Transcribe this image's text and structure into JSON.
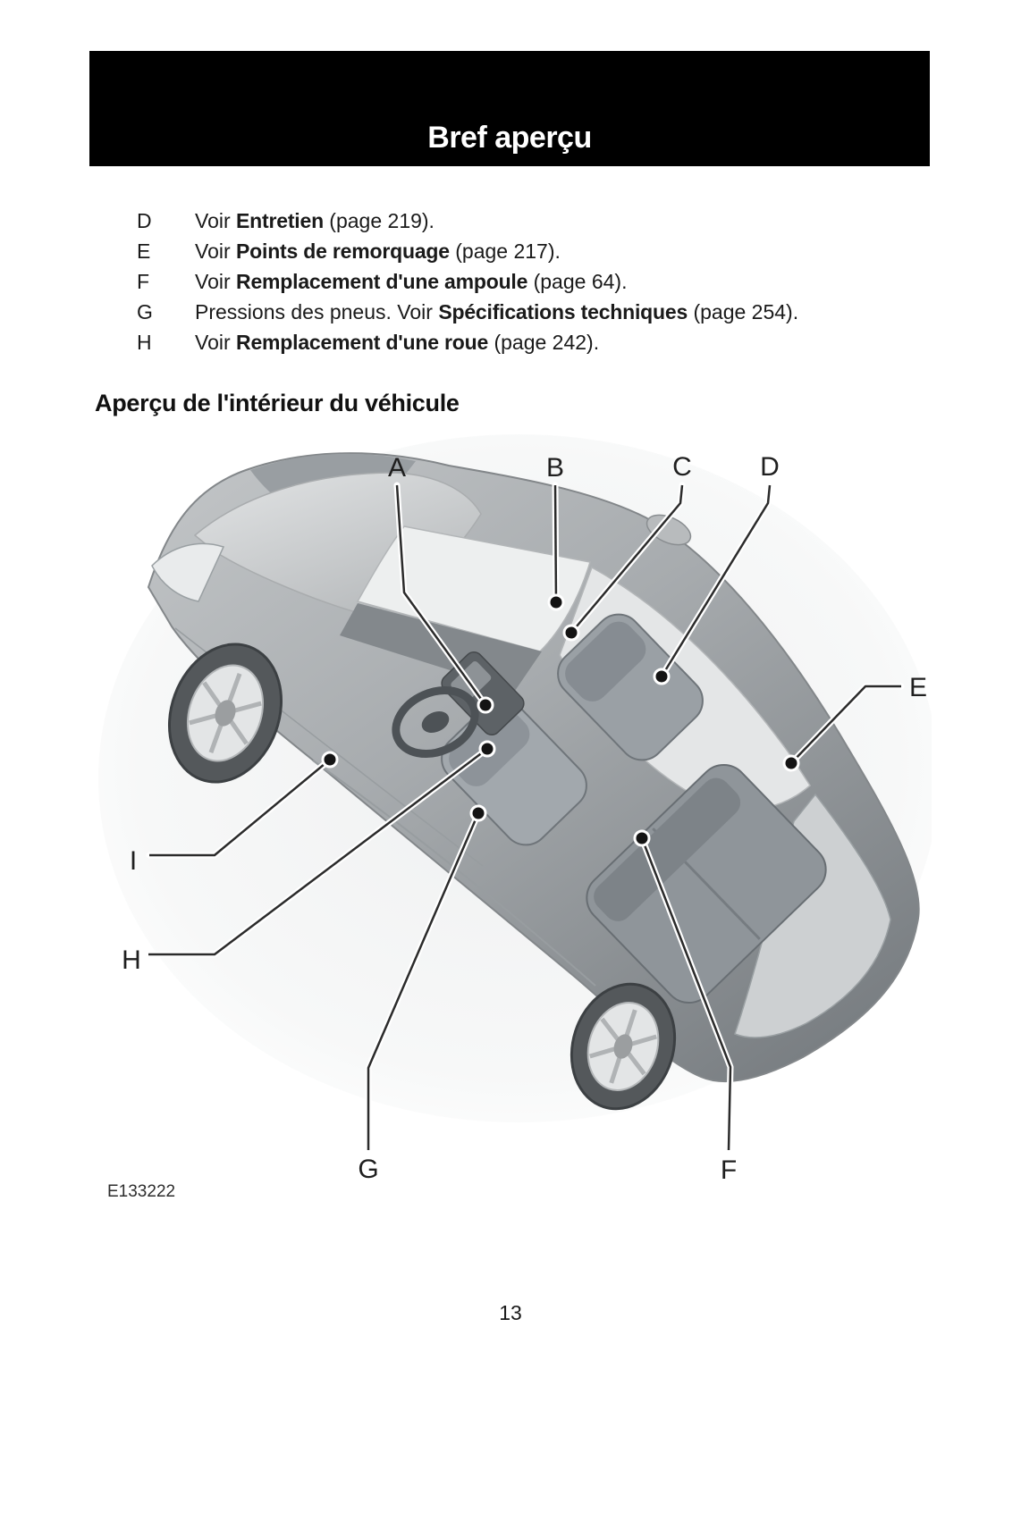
{
  "header": {
    "title": "Bref aperçu"
  },
  "reference_list": {
    "items": [
      {
        "letter": "D",
        "prefix": "Voir ",
        "bold": "Entretien",
        "suffix": " (page 219)."
      },
      {
        "letter": "E",
        "prefix": "Voir ",
        "bold": "Points de remorquage",
        "suffix": " (page 217)."
      },
      {
        "letter": "F",
        "prefix": "Voir ",
        "bold": "Remplacement d'une ampoule",
        "suffix": " (page 64)."
      },
      {
        "letter": "G",
        "prefix": "Pressions des pneus.  Voir ",
        "bold": "Spécifications techniques",
        "suffix": " (page 254)."
      },
      {
        "letter": "H",
        "prefix": "Voir ",
        "bold": "Remplacement d'une roue",
        "suffix": " (page 242)."
      }
    ]
  },
  "section": {
    "heading": "Aperçu de l'intérieur du véhicule"
  },
  "figure": {
    "code": "E133222",
    "description": "isometric-transparent-view-vehicle-interior",
    "callouts": [
      {
        "letter": "A"
      },
      {
        "letter": "B"
      },
      {
        "letter": "C"
      },
      {
        "letter": "D"
      },
      {
        "letter": "E"
      },
      {
        "letter": "F"
      },
      {
        "letter": "G"
      },
      {
        "letter": "H"
      },
      {
        "letter": "I"
      }
    ]
  },
  "footer": {
    "page_number": "13"
  },
  "colors": {
    "page_bg": "#ffffff",
    "header_bar": "#000000",
    "body_text": "#1a1a1a",
    "callout_line": "#2b2b2b",
    "car_light": "#d6d8d9",
    "car_dark": "#85898d"
  }
}
